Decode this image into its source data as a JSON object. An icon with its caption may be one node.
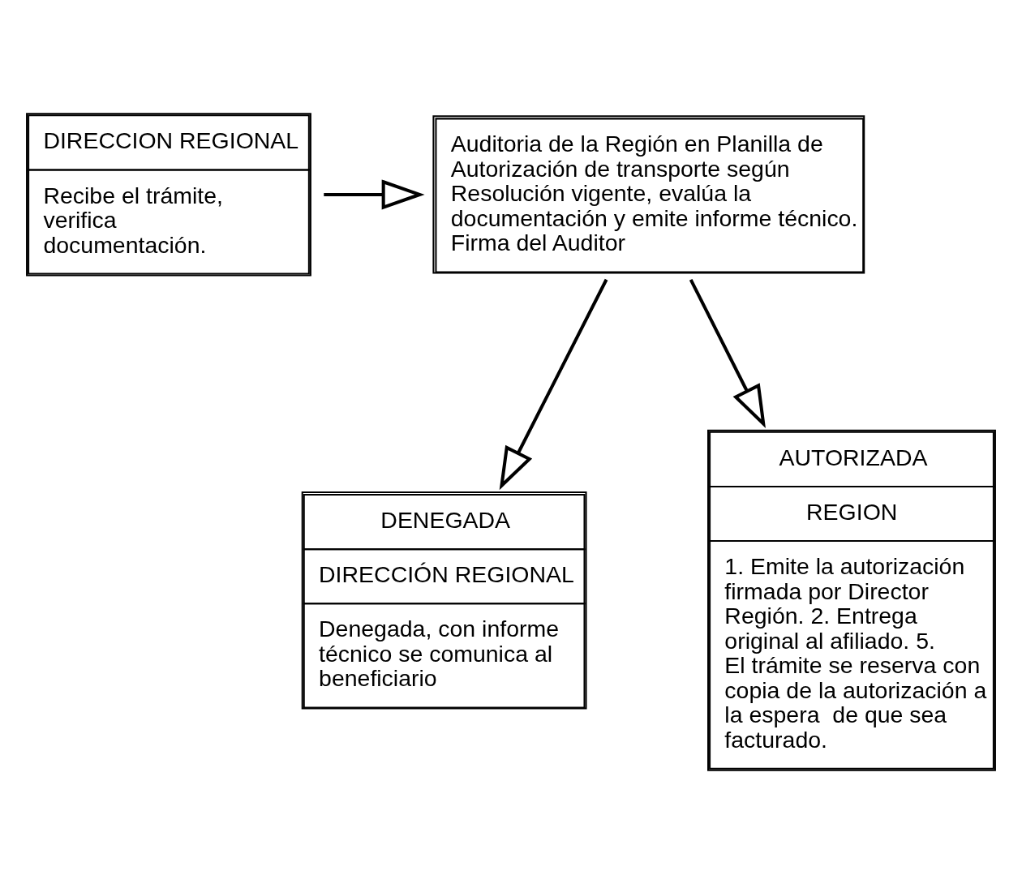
{
  "diagram": {
    "nodes": [
      {
        "text": [
          "DIRECCION REGIONAL",
          "Recibe el trámite, verifica documentación."
        ]
      },
      {
        "text": [
          "Auditoria de la Región en Planilla de Autorización de transporte según Resolución vigente, evalúa la documentación y emite informe técnico. Firma del Auditor"
        ]
      },
      {
        "text": [
          "DENEGADA",
          "DIRECCIÓN REGIONAL",
          "Denegada, con informe técnico se comunica al beneficiario"
        ]
      },
      {
        "text": [
          "AUTORIZADA",
          "REGION",
          "1. Emite la autorización firmada por Director Región. 2. Entrega original al afiliado. 5. El trámite se reserva con copia de la autorización a la espera  de que sea facturado."
        ]
      }
    ],
    "edges": [
      {
        "from": 0,
        "to": 1,
        "arrow": "to"
      },
      {
        "from": 1,
        "to": 2,
        "arrow": "to"
      },
      {
        "from": 1,
        "to": 3,
        "arrow": "to"
      }
    ]
  }
}
